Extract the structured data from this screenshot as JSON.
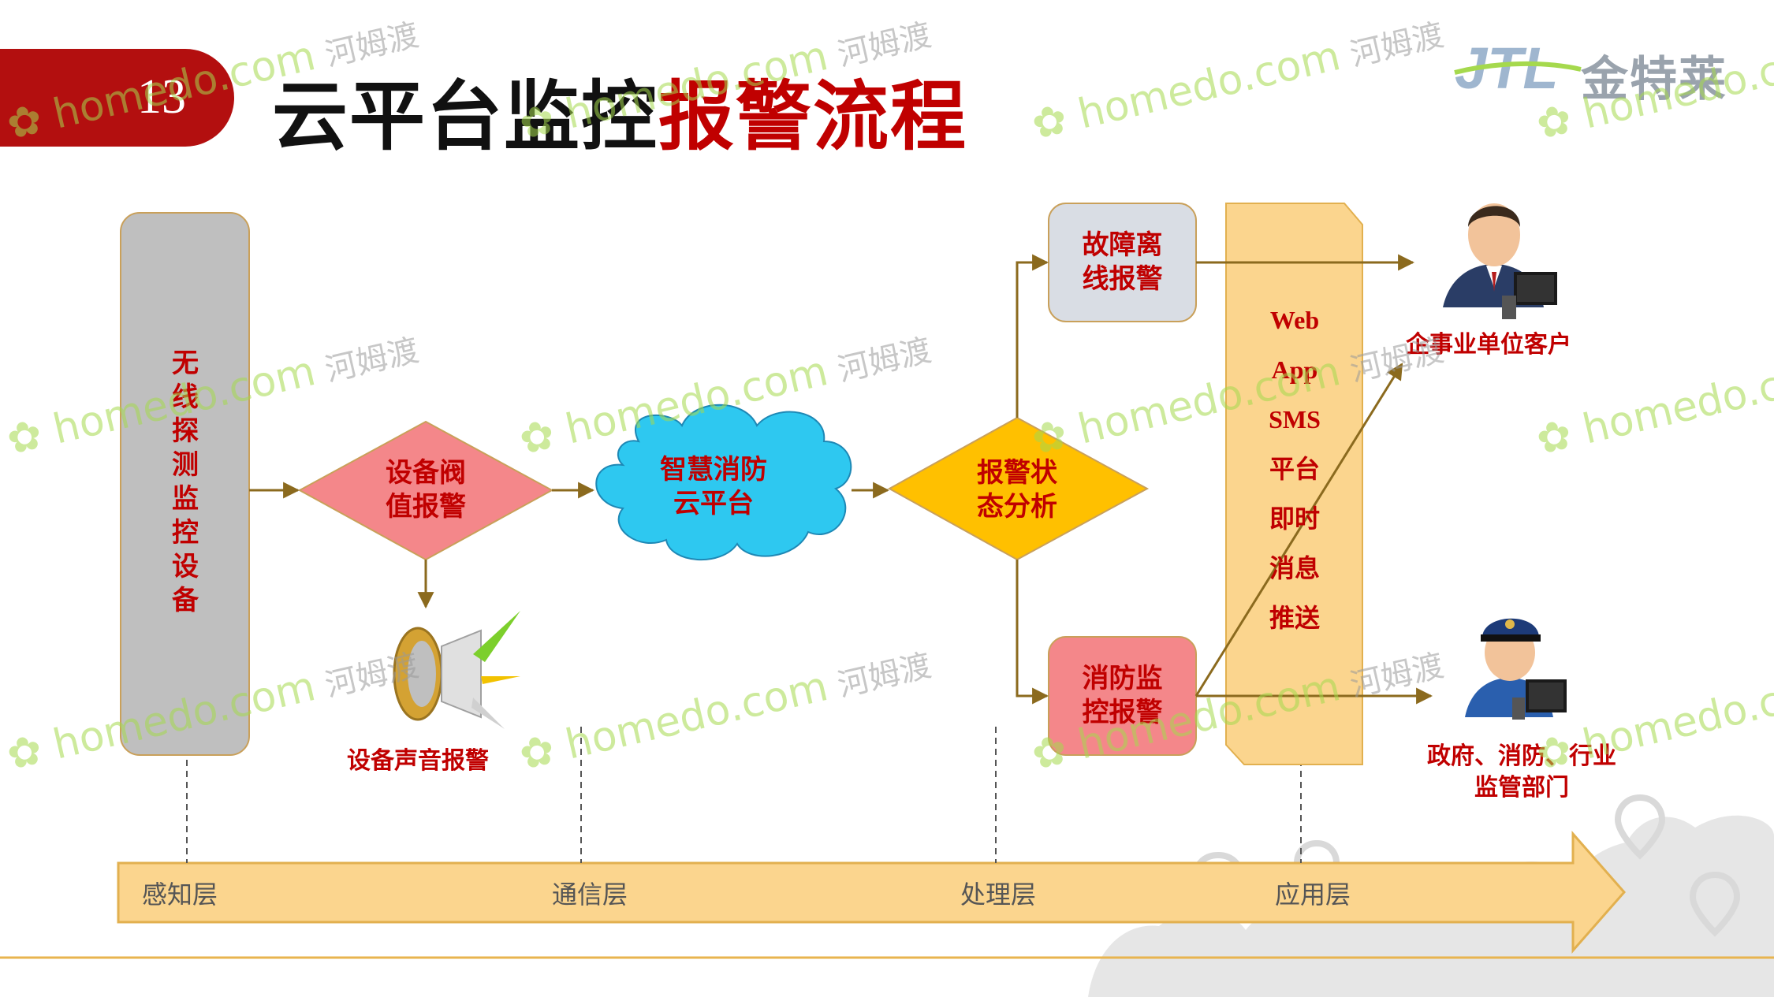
{
  "slide": {
    "number": "13"
  },
  "title": {
    "part1": "云平台监控",
    "part2": "报警流程"
  },
  "logo": {
    "letters": "JTL",
    "company": "金特莱"
  },
  "nodes": {
    "sensor": "无线探测监控设备",
    "threshold_alarm": [
      "设备阀",
      "值报警"
    ],
    "cloud": [
      "智慧消防",
      "云平台"
    ],
    "analysis": [
      "报警状",
      "态分析"
    ],
    "offline_alarm": [
      "故障离",
      "线报警"
    ],
    "fire_alarm": [
      "消防监",
      "控报警"
    ],
    "sound_alarm": "设备声音报警"
  },
  "channels": [
    "Web",
    "App",
    "SMS",
    "平台",
    "即时",
    "消息",
    "推送"
  ],
  "recipients": {
    "enterprise": "企事业单位客户",
    "government": [
      "政府、消防、行业",
      "监管部门"
    ]
  },
  "layers": [
    "感知层",
    "通信层",
    "处理层",
    "应用层"
  ],
  "watermark": {
    "domain": "homedo.com",
    "cn": "河姆渡"
  },
  "colors": {
    "brand_red": "#b30f0f",
    "text_red": "#c00000",
    "gray_box": "#bfbfbf",
    "pink": "#f4878a",
    "cyan": "#2ec8f0",
    "gold": "#ffc000",
    "light_gray": "#d9dde4",
    "pale_orange": "#fbd58e",
    "arrow_brown": "#8b6a1e"
  }
}
